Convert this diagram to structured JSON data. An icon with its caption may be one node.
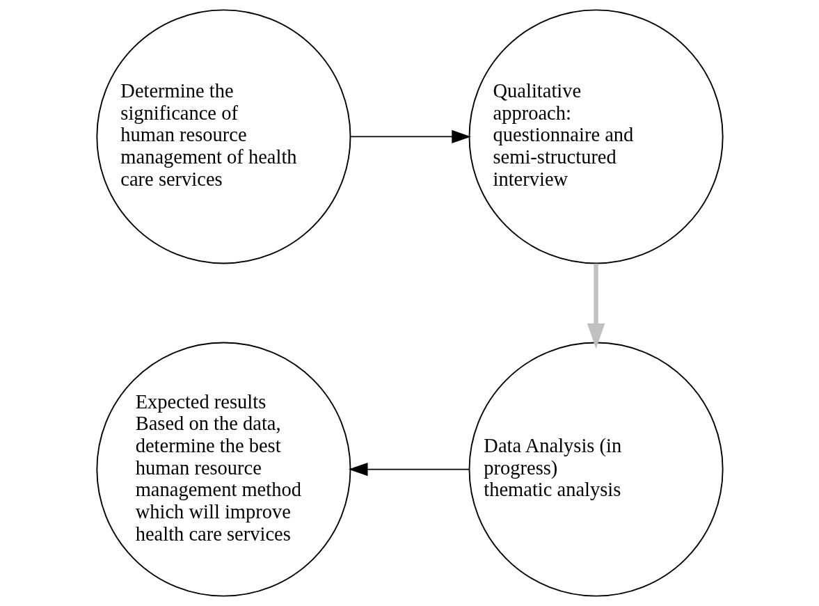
{
  "diagram": {
    "nodes": [
      {
        "text": [
          "Determine the significance of human resource management of health care services"
        ]
      },
      {
        "text": [
          "Qualitative approach: questionnaire and semi-structured interview"
        ]
      },
      {
        "text": [
          "Data Analysis (in progress)",
          "thematic analysis"
        ]
      },
      {
        "text": [
          "Expected results",
          "Based on the data, determine the best human resource management method which will improve health care services"
        ]
      }
    ],
    "edges": [
      {
        "from": 0,
        "to": 1,
        "arrow": "to"
      },
      {
        "from": 1,
        "to": 2,
        "arrow": "to",
        "style": "thick",
        "color": "#c0c0c0"
      },
      {
        "from": 2,
        "to": 3,
        "arrow": "to"
      }
    ]
  }
}
